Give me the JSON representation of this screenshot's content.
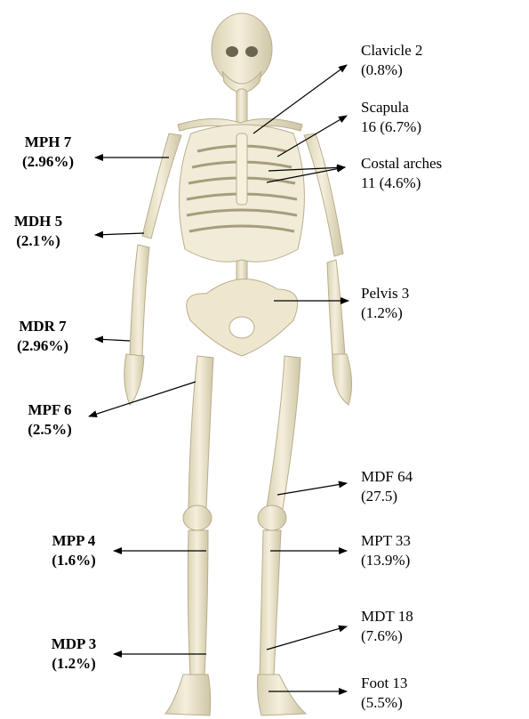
{
  "labels": {
    "clavicle": {
      "name": "Clavicle 2",
      "value": "(0.8%)"
    },
    "scapula": {
      "name": "Scapula",
      "value": "16 (6.7%)"
    },
    "costal": {
      "name": "Costal arches",
      "value": "11 (4.6%)"
    },
    "pelvis": {
      "name": "Pelvis 3",
      "value": "(1.2%)"
    },
    "mdf": {
      "name": "MDF 64",
      "value": "(27.5)"
    },
    "mpt": {
      "name": "MPT 33",
      "value": "(13.9%)"
    },
    "mdt": {
      "name": "MDT 18",
      "value": "(7.6%)"
    },
    "foot": {
      "name": "Foot 13",
      "value": "(5.5%)"
    },
    "mph": {
      "name": "MPH 7",
      "value": "(2.96%)"
    },
    "mdh": {
      "name": "MDH 5",
      "value": "(2.1%)"
    },
    "mdr": {
      "name": "MDR 7",
      "value": "(2.96%)"
    },
    "mpf": {
      "name": "MPF 6",
      "value": "(2.5%)"
    },
    "mpp": {
      "name": "MPP 4",
      "value": "(1.6%)"
    },
    "mdp": {
      "name": "MDP 3",
      "value": "(1.2%)"
    }
  },
  "colors": {
    "bone": "#efe9d2",
    "bone_shadow": "#c9c0a0",
    "arrow": "#000000"
  }
}
